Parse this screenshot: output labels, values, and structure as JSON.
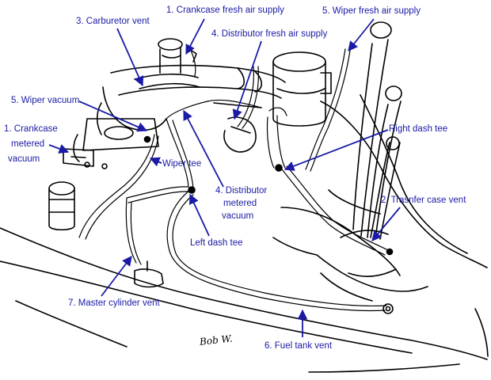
{
  "labels": {
    "crankcase_fresh": "1. Crankcase fresh air supply",
    "wiper_fresh": "5. Wiper fresh air supply",
    "carb_vent": "3. Carburetor vent",
    "dist_fresh": "4. Distributor fresh air supply",
    "wiper_vacuum": "5. Wiper vacuum",
    "crankcase_metered_1": "1. Crankcase",
    "crankcase_metered_2": "metered",
    "crankcase_metered_3": "vacuum",
    "right_dash_tee": "Right dash tee",
    "wiper_tee": "Wiper tee",
    "dist_metered_1": "4. Distributor",
    "dist_metered_2": "metered",
    "dist_metered_3": "vacuum",
    "transfer_case": "2. Trasnfer case vent",
    "left_dash_tee": "Left dash tee",
    "master_cyl": "7. Master cylinder vent",
    "fuel_tank": "6. Fuel tank vent",
    "signature": "Bob W."
  },
  "colors": {
    "label": "#1a1aa6",
    "arrow": "#1a1aa6",
    "drawing": "#000000"
  }
}
